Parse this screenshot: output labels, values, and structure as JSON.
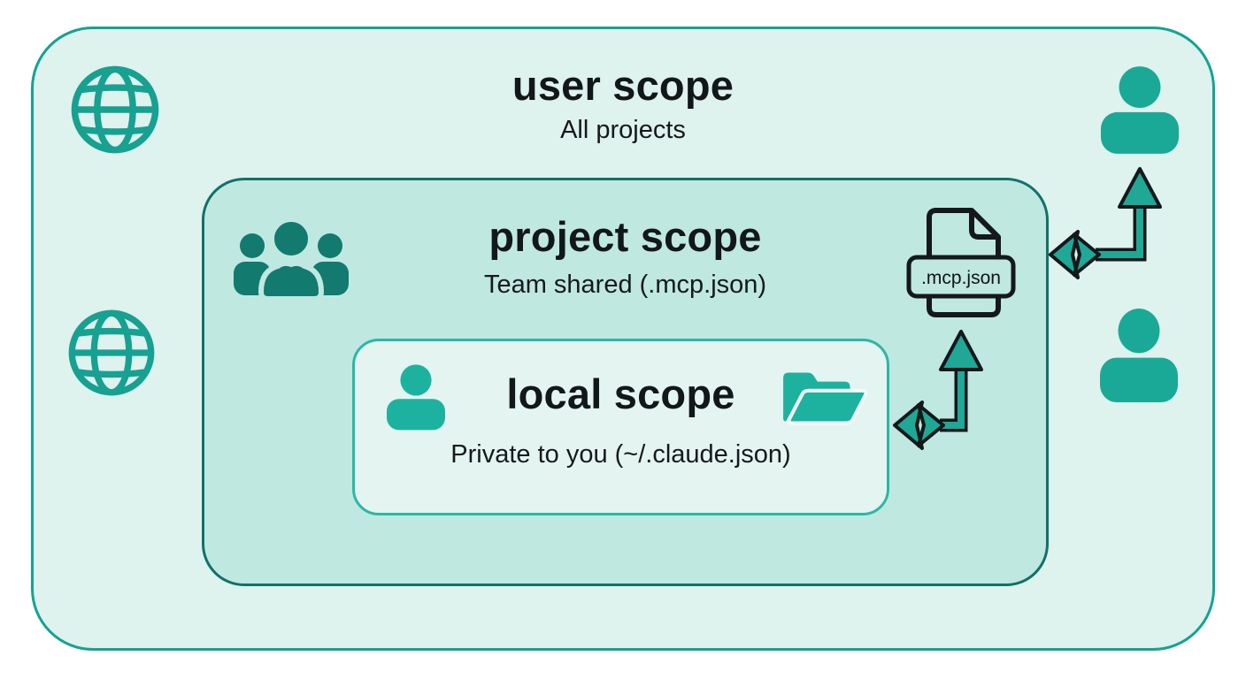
{
  "diagram": {
    "user_scope": {
      "title": "user scope",
      "subtitle": "All projects"
    },
    "project_scope": {
      "title": "project scope",
      "subtitle": "Team shared (.mcp.json)"
    },
    "local_scope": {
      "title": "local scope",
      "subtitle": "Private to you (~/.claude.json)"
    },
    "file_badge": {
      "label": ".mcp.json"
    },
    "icons": {
      "top_left": "globe-icon",
      "mid_left": "globe-icon",
      "project_header": "team-icon",
      "local_left": "person-icon",
      "local_right": "open-folder-icon",
      "project_right": "mcp-json-file-icon",
      "user_top_right": "person-icon",
      "user_mid_right": "person-icon",
      "connector_local_to_file": "elbow-arrow-with-diamond",
      "connector_project_to_user": "elbow-arrow-with-diamond"
    },
    "colors": {
      "background": "#ffffff",
      "user_scope_fill": "#def2ee",
      "user_scope_border": "#14a392",
      "project_scope_fill": "#bfe8e1",
      "project_scope_border": "#0f7268",
      "local_scope_fill": "#e4f5f1",
      "local_scope_border": "#2ab8a5",
      "icon_teal": "#1aa997",
      "icon_dark_teal": "#127a6e",
      "arrow_fill": "#1fa895",
      "outline_black": "#15181a",
      "text": "#12171a"
    }
  }
}
